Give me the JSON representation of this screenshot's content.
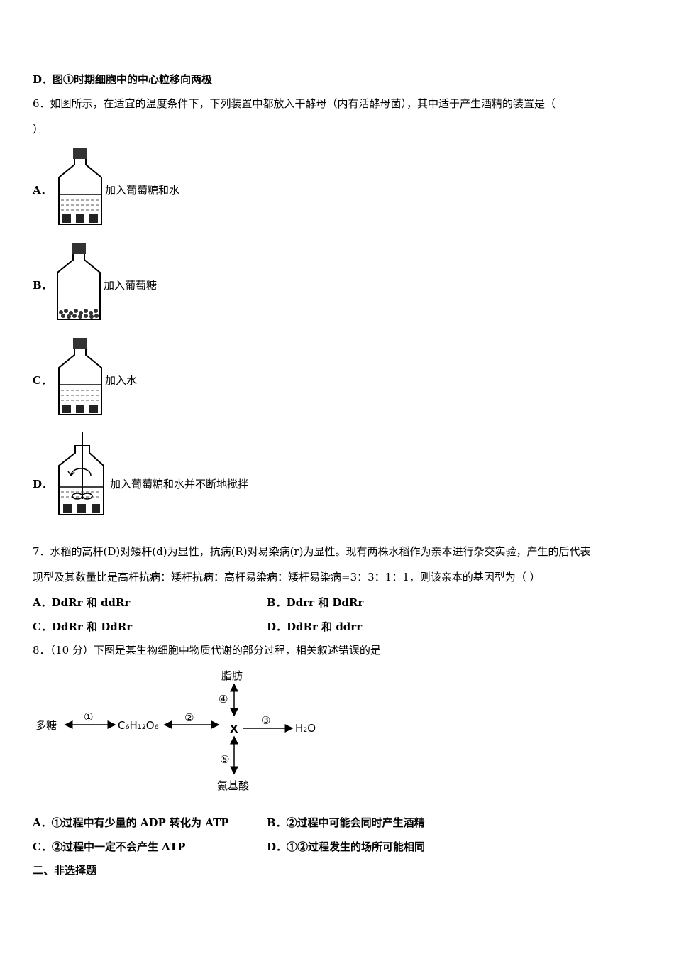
{
  "q5": {
    "option_d": "D．图①时期细胞中的中心粒移向两极"
  },
  "q6": {
    "stem_line1": "6．如图所示，在适宜的温度条件下，下列装置中都放入干酵母（内有活酵母菌），其中适于产生酒精的装置是（",
    "stem_line2": "）",
    "options": [
      {
        "label": "A．",
        "text": "加入葡萄糖和水"
      },
      {
        "label": "B．",
        "text": "加入葡萄糖"
      },
      {
        "label": "C．",
        "text": "加入水"
      },
      {
        "label": "D．",
        "text": "加入葡萄糖和水并不断地搅拌"
      }
    ]
  },
  "q7": {
    "stem_line1": "7．水稻的高杆(D)对矮杆(d)为显性，抗病(R)对易染病(r)为显性。现有两株水稻作为亲本进行杂交实验，产生的后代表",
    "stem_line2": "现型及其数量比是高杆抗病：矮杆抗病：高杆易染病：矮杆易染病=3：3：1：1，则该亲本的基因型为（  ）",
    "options": [
      "A．DdRr 和 ddRr",
      "B．Ddrr 和 DdRr",
      "C．DdRr 和 DdRr",
      "D．DdRr 和 ddrr"
    ]
  },
  "q8": {
    "stem": "8．（10 分）下图是某生物细胞中物质代谢的部分过程，相关叙述错误的是",
    "diagram": {
      "polysaccharide": "多糖",
      "glucose": "C₆H₁₂O₆",
      "x": "X",
      "water": "H₂O",
      "fat": "脂肪",
      "amino_acid": "氨基酸",
      "step1": "①",
      "step2": "②",
      "step3": "③",
      "step4": "④",
      "step5": "⑤"
    },
    "options": [
      "A．①过程中有少量的 ADP 转化为 ATP",
      "B．②过程中可能会同时产生酒精",
      "C．②过程中一定不会产生 ATP",
      "D．①②过程发生的场所可能相同"
    ]
  },
  "section": {
    "title": "二、非选择题"
  }
}
